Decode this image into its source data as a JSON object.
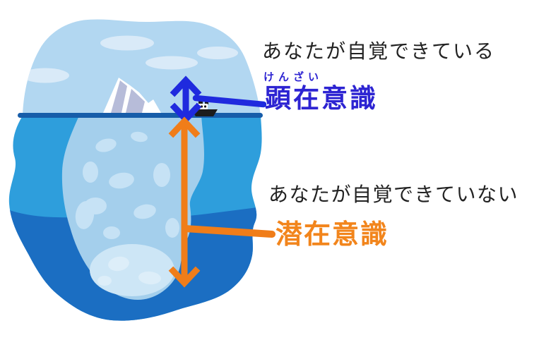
{
  "scene": {
    "description_conscious": "あなたが自覚できている",
    "furigana_conscious": "けんざい",
    "label_conscious": "顕在意識",
    "description_subconscious": "あなたが自覚できていない",
    "label_subconscious": "潜在意識"
  },
  "colors": {
    "sky": "#b2d7f1",
    "cloud": "#d9eaf8",
    "water_bright": "#2e9edc",
    "water_deep": "#1b6ec2",
    "water_surface_line": "#175da9",
    "iceberg_body": "#a4cfec",
    "iceberg_patch": "#c6e2f5",
    "iceberg_bottom_light": "#cde6f6",
    "iceberg_patch_light": "#ddeef9",
    "peak_white": "#ffffff",
    "peak_shadow": "#b7bcd9",
    "ship_dark": "#1c1c1c",
    "ship_cabin": "#ffffff",
    "arrow_blue": "#1f2ade",
    "text_blue": "#2d24d2",
    "arrow_orange": "#f07d19",
    "text_orange": "#f2851c",
    "text_black": "#222222"
  }
}
